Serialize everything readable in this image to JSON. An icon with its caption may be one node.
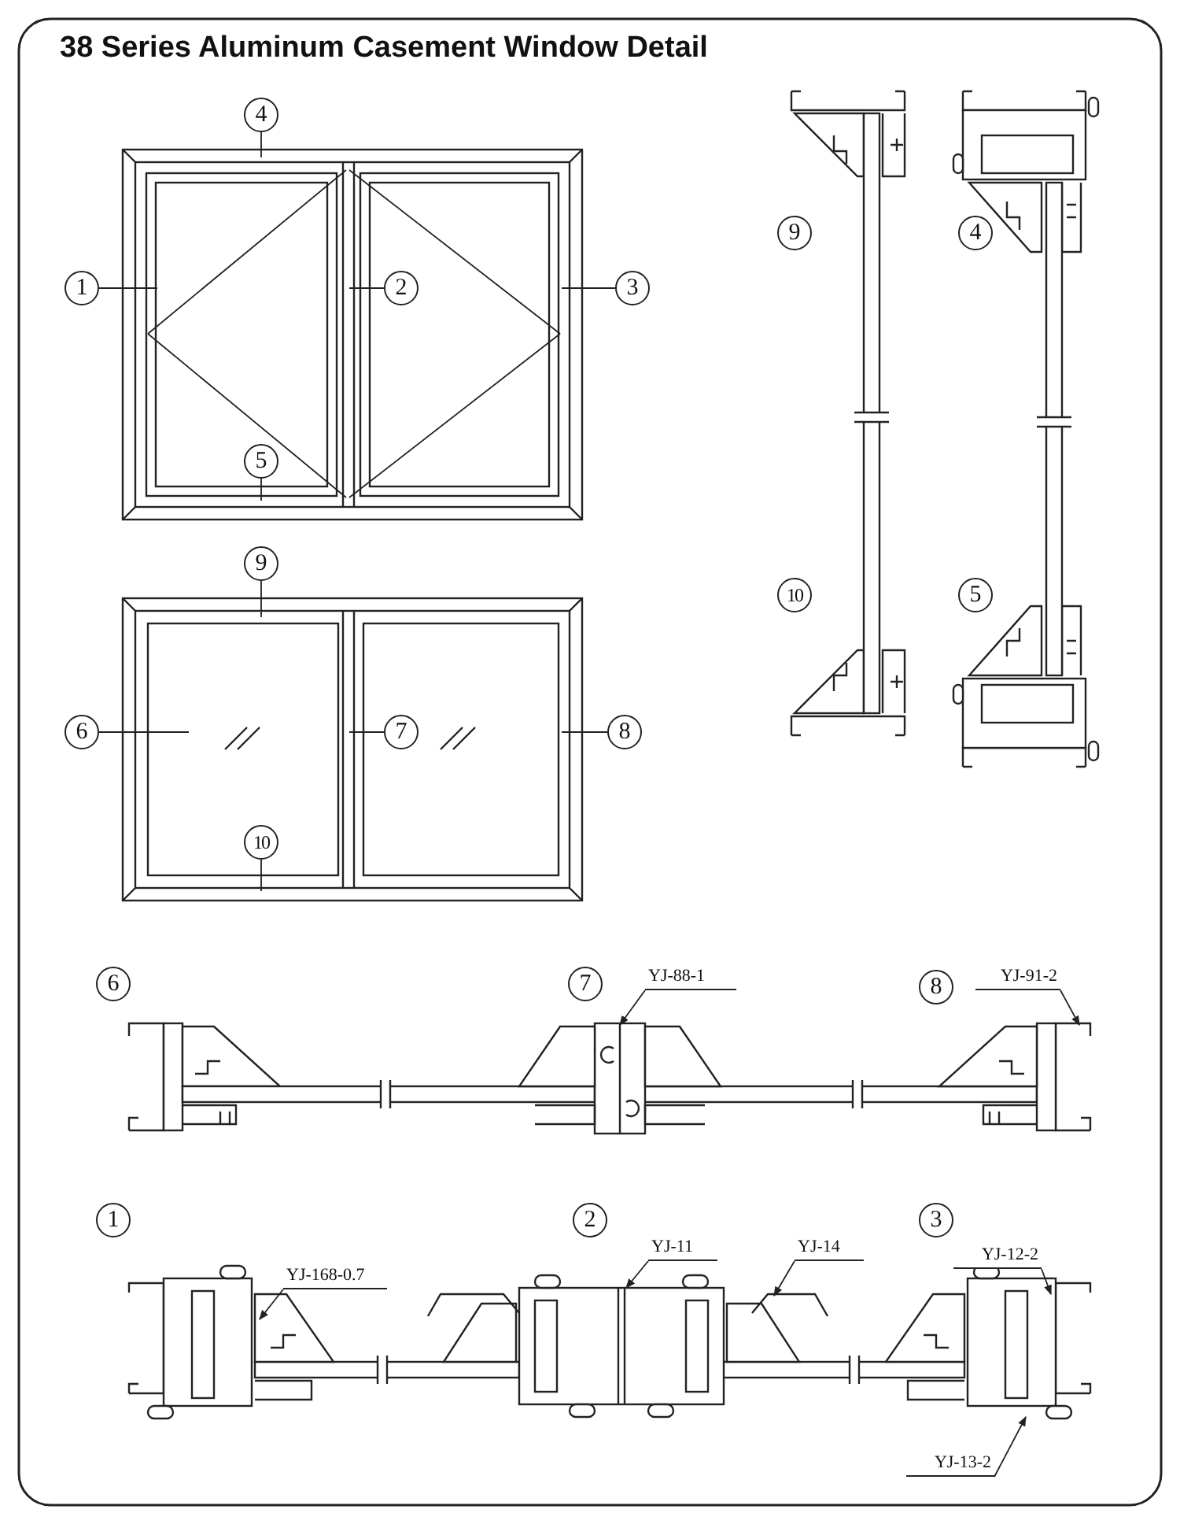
{
  "diagram": {
    "title": "38 Series Aluminum Casement Window Detail",
    "nodes": [
      {
        "text": [
          "4"
        ]
      },
      {
        "text": [
          "1"
        ]
      },
      {
        "text": [
          "2"
        ]
      },
      {
        "text": [
          "3"
        ]
      },
      {
        "text": [
          "5"
        ]
      },
      {
        "text": [
          "9"
        ]
      },
      {
        "text": [
          "6"
        ]
      },
      {
        "text": [
          "7"
        ]
      },
      {
        "text": [
          "8"
        ]
      },
      {
        "text": [
          "10"
        ]
      },
      {
        "text": [
          "9"
        ]
      },
      {
        "text": [
          "4"
        ]
      },
      {
        "text": [
          "10"
        ]
      },
      {
        "text": [
          "5"
        ]
      },
      {
        "text": [
          "6"
        ]
      },
      {
        "text": [
          "7"
        ]
      },
      {
        "text": [
          "YJ-88-1"
        ]
      },
      {
        "text": [
          "8"
        ]
      },
      {
        "text": [
          "YJ-91-2"
        ]
      },
      {
        "text": [
          "1"
        ]
      },
      {
        "text": [
          "2"
        ]
      },
      {
        "text": [
          "YJ-168-0.7"
        ]
      },
      {
        "text": [
          "YJ-11"
        ]
      },
      {
        "text": [
          "YJ-14"
        ]
      },
      {
        "text": [
          "3"
        ]
      },
      {
        "text": [
          "YJ-12-2"
        ]
      },
      {
        "text": [
          "YJ-13-2"
        ]
      },
      {
        "text": [],
        "shape": "picture"
      },
      {
        "text": [],
        "shape": "picture"
      },
      {
        "text": [],
        "shape": "picture"
      },
      {
        "text": [],
        "shape": "picture"
      },
      {
        "text": [],
        "shape": "picture"
      },
      {
        "text": [],
        "shape": "picture"
      }
    ],
    "edges": [
      {
        "from": 0,
        "to": null,
        "arrow": "none"
      },
      {
        "from": 1,
        "to": null,
        "arrow": "none"
      },
      {
        "from": 2,
        "to": null,
        "arrow": "none"
      },
      {
        "from": 3,
        "to": null,
        "arrow": "none"
      },
      {
        "from": 4,
        "to": null,
        "arrow": "none"
      },
      {
        "from": 5,
        "to": null,
        "arrow": "none"
      },
      {
        "from": 6,
        "to": null,
        "arrow": "none"
      },
      {
        "from": 7,
        "to": null,
        "arrow": "none"
      },
      {
        "from": 8,
        "to": null,
        "arrow": "none"
      },
      {
        "from": 9,
        "to": null,
        "arrow": "none"
      },
      {
        "from": 16,
        "to": 27,
        "arrow": "to"
      },
      {
        "from": 18,
        "to": 28,
        "arrow": "to"
      },
      {
        "from": 21,
        "to": 29,
        "arrow": "to"
      },
      {
        "from": 22,
        "to": 30,
        "arrow": "to"
      },
      {
        "from": 23,
        "to": 31,
        "arrow": "to"
      },
      {
        "from": 25,
        "to": 32,
        "arrow": "to"
      },
      {
        "from": 26,
        "to": 32,
        "arrow": "to"
      }
    ]
  }
}
